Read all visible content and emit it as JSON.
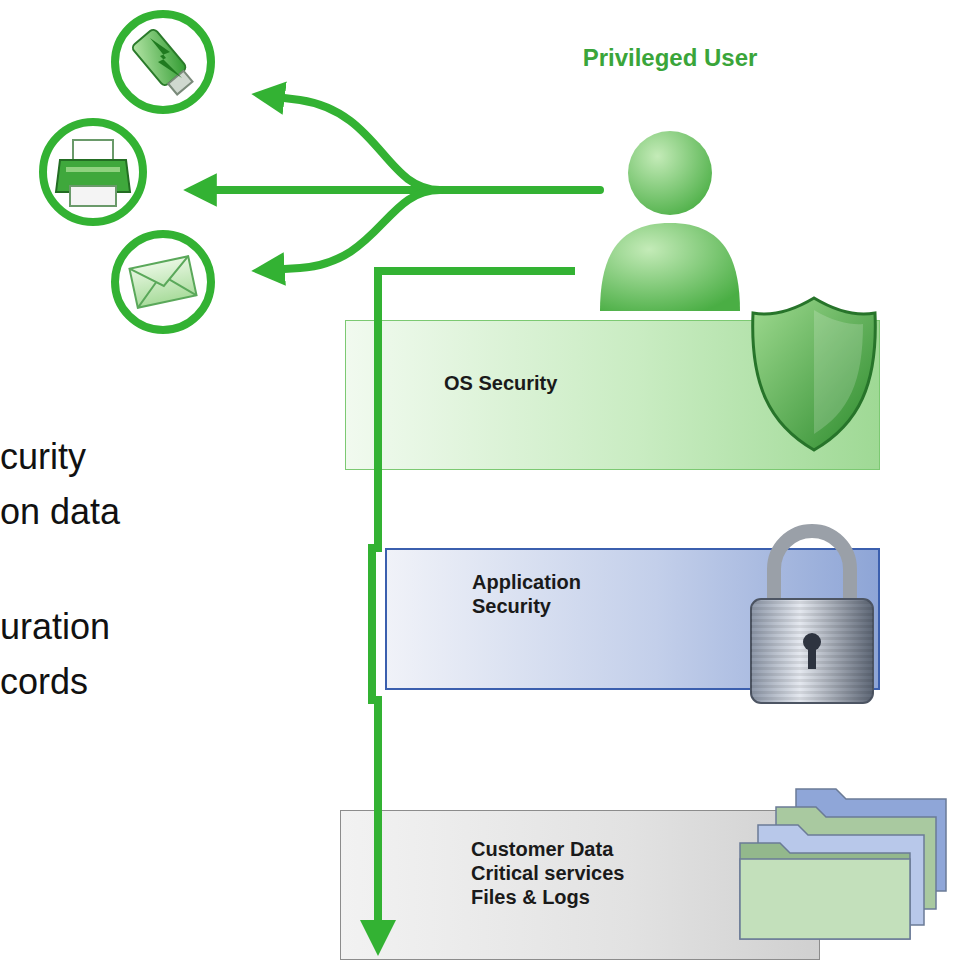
{
  "diagram": {
    "nodes": [
      {
        "text": [
          "Privileged User"
        ]
      },
      {
        "text": [
          "OS Security"
        ]
      },
      {
        "text": [
          "Application Security"
        ]
      },
      {
        "text": [
          "Customer Data",
          "Critical services",
          "Files & Logs"
        ]
      }
    ],
    "edges": [
      {
        "from": 0,
        "to": 3,
        "arrow": "to"
      }
    ],
    "labels": [
      "curity",
      "on data",
      "uration",
      "cords"
    ]
  }
}
